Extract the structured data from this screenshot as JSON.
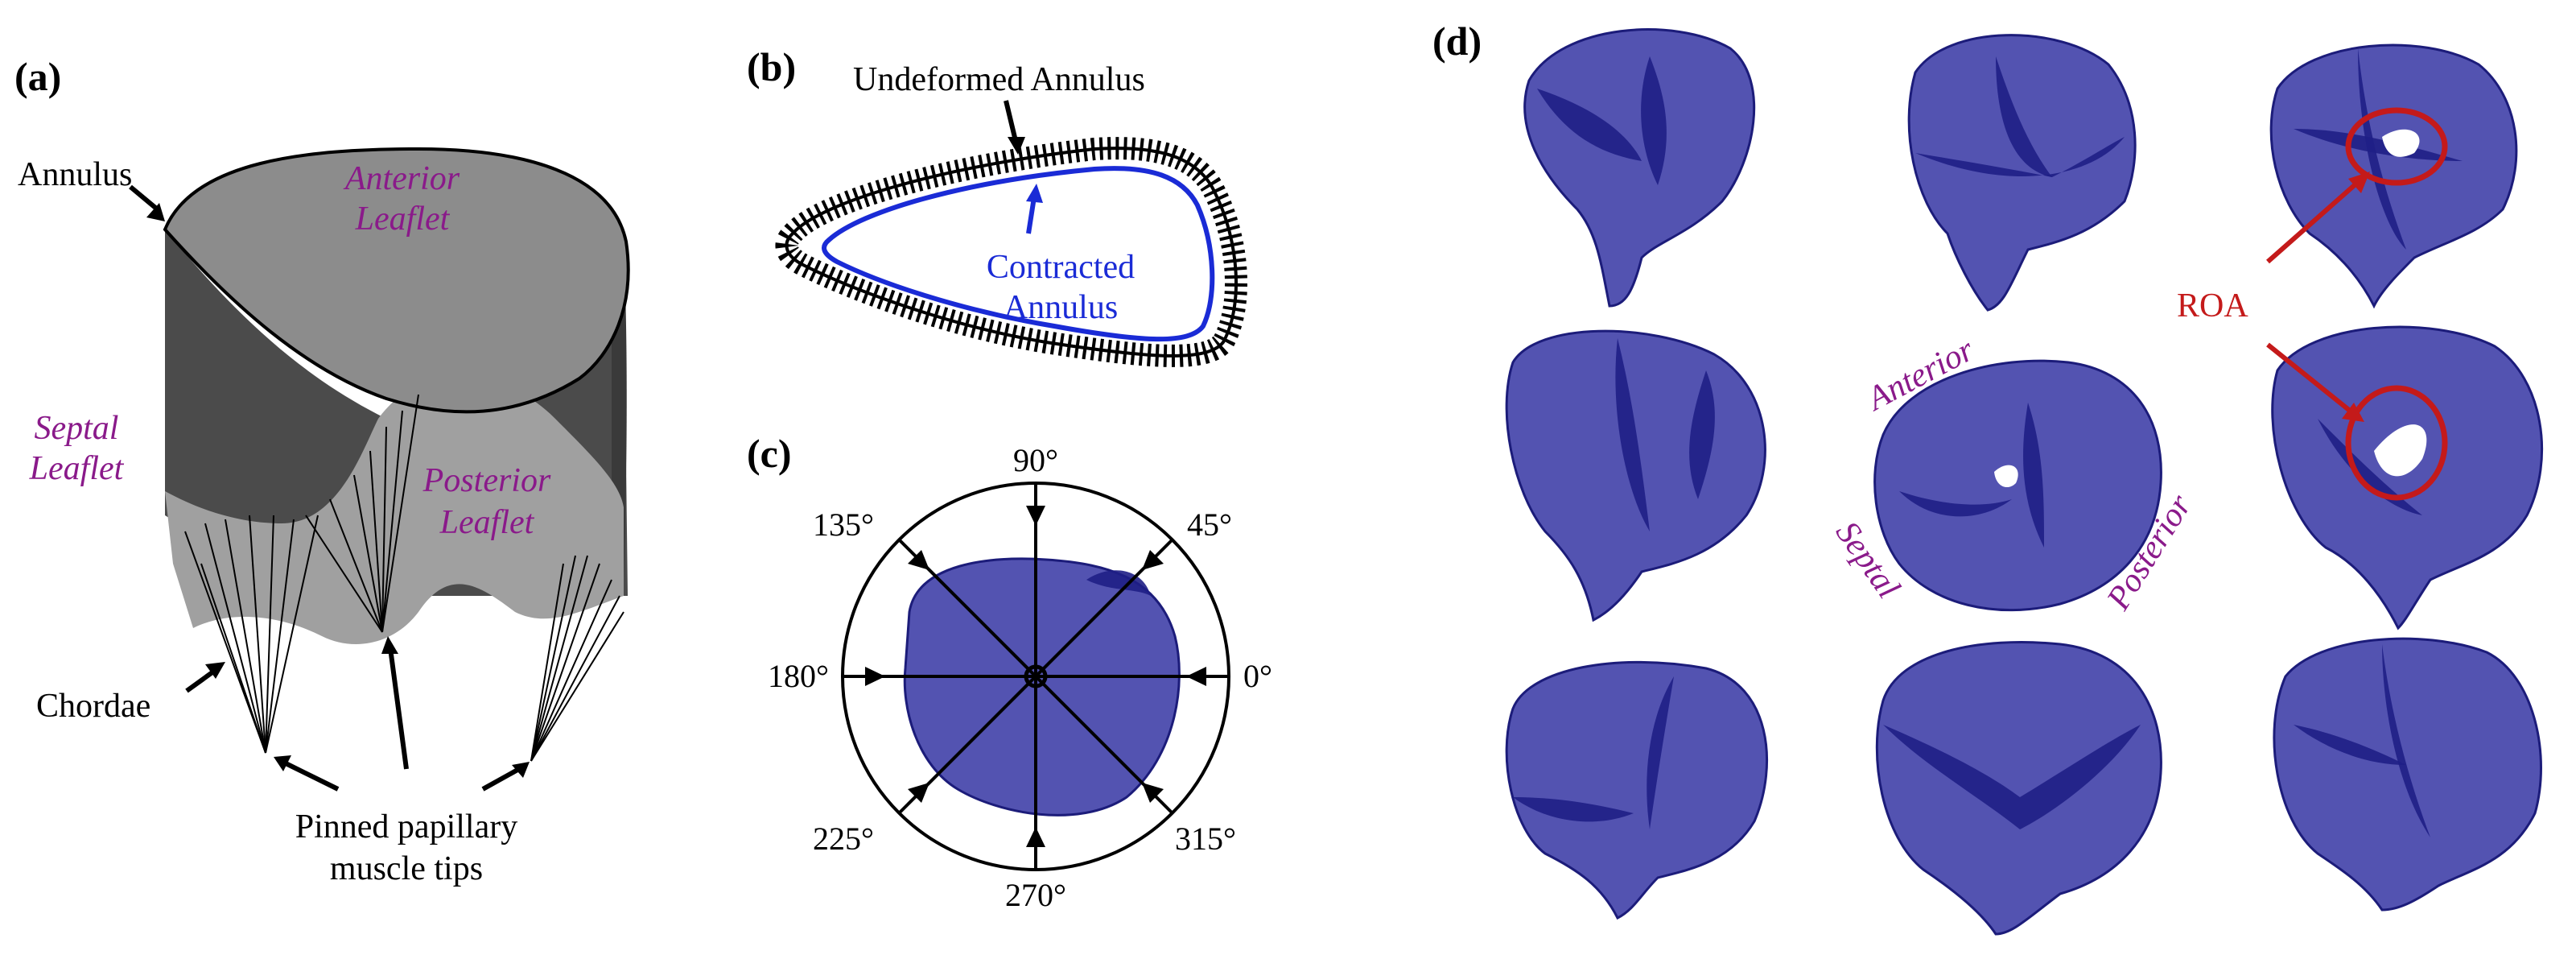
{
  "panels": {
    "a": {
      "label": "(a)",
      "annulus": "Annulus",
      "anterior_line1": "Anterior",
      "anterior_line2": "Leaflet",
      "septal_line1": "Septal",
      "septal_line2": "Leaflet",
      "posterior_line1": "Posterior",
      "posterior_line2": "Leaflet",
      "chordae": "Chordae",
      "pinned_line1": "Pinned papillary",
      "pinned_line2": "muscle tips"
    },
    "b": {
      "label": "(b)",
      "undeformed": "Undeformed Annulus",
      "contracted_line1": "Contracted",
      "contracted_line2": "Annulus"
    },
    "c": {
      "label": "(c)",
      "angles": {
        "a0": "0°",
        "a45": "45°",
        "a90": "90°",
        "a135": "135°",
        "a180": "180°",
        "a225": "225°",
        "a270": "270°",
        "a315": "315°"
      }
    },
    "d": {
      "label": "(d)",
      "anterior": "Anterior",
      "septal": "Septal",
      "posterior": "Posterior",
      "roa": "ROA"
    }
  },
  "colors": {
    "valve": "#3b3ba6",
    "leaf_text": "#8a1a8a",
    "contracted": "#1a2bd6",
    "roa": "#c41a1a",
    "anterior_leaflet": "#8c8c8c",
    "wall_dark": "#4a4a4a",
    "posterior_leaflet": "#9e9e9e"
  }
}
